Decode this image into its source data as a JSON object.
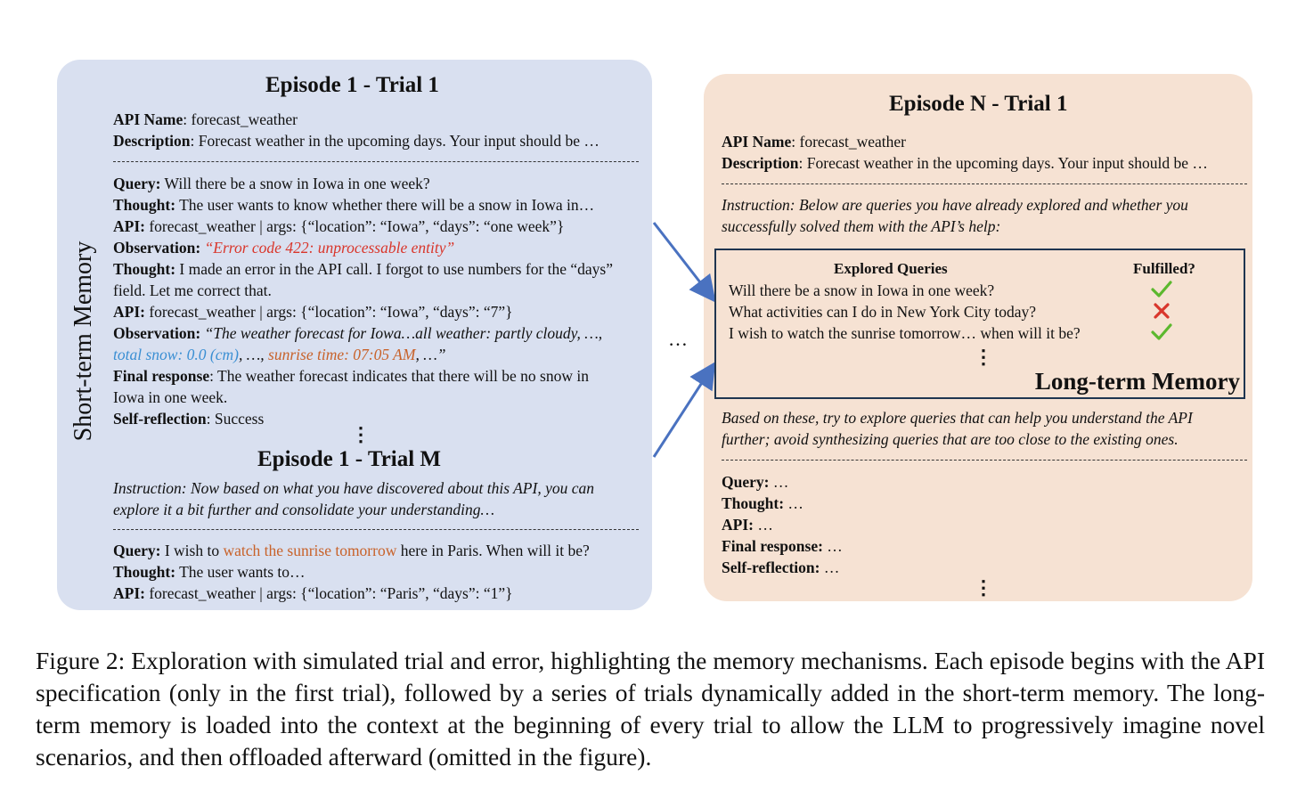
{
  "left": {
    "side_label": "Short-term Memory",
    "heading1": "Episode 1 - Trial 1",
    "api_name_key": "API Name",
    "api_name_val": ": forecast_weather",
    "desc_key": "Description",
    "desc_val": ": Forecast weather in the upcoming days. Your input should be …",
    "query_key": "Query:",
    "query_val": " Will there be a snow in Iowa in one week?",
    "thought1_key": "Thought:",
    "thought1_val": " The user wants to know whether there will be a snow in Iowa in…",
    "api1_key": "API:",
    "api1_val": " forecast_weather | args: {“location”: “Iowa”, “days”: “one week”}",
    "obs1_key": "Observation:",
    "obs1_val": "“Error code 422: unprocessable entity”",
    "thought2_key": "Thought:",
    "thought2_val": " I made an error in the API call. I forgot to use numbers for the “days”",
    "thought2_cont": "field. Let me correct that.",
    "api2_key": "API:",
    "api2_val": " forecast_weather | args: {“location”: “Iowa”, “days”: “7”}",
    "obs2_key": "Observation:",
    "obs2_val": "“The weather forecast for Iowa…all weather: partly cloudy, …,",
    "obs2_blue": "total snow: 0.0 (cm)",
    "obs2_mid": ", …, ",
    "obs2_orange": "sunrise time: 07:05 AM",
    "obs2_end": ", …”",
    "final_key": "Final response",
    "final_val": ": The weather forecast indicates that there will be no snow in",
    "final_cont": "Iowa in one week.",
    "self_key": "Self-reflection",
    "self_val": ": Success",
    "vdots": "⋮",
    "heading2": "Episode 1 - Trial M",
    "instr1": "Instruction: Now based on what you have discovered about this API, you can",
    "instr2": "explore it a bit further and consolidate your understanding…",
    "q2_key": "Query:",
    "q2_pre": " I wish to ",
    "q2_orange": "watch the sunrise tomorrow",
    "q2_post": " here in Paris. When will it be?",
    "t3_key": "Thought:",
    "t3_val": " The user wants to…",
    "api3_key": "API:",
    "api3_val": " forecast_weather | args: {“location”: “Paris”, “days”: “1”}"
  },
  "between_dots": "…",
  "right": {
    "heading": "Episode N - Trial 1",
    "api_name_key": "API Name",
    "api_name_val": ": forecast_weather",
    "desc_key": "Description",
    "desc_val": ": Forecast weather in the upcoming days. Your input should be …",
    "instr1": "Instruction: Below are queries you have already explored and whether you",
    "instr2": "successfully solved them with the API’s help:",
    "table": {
      "col_queries": "Explored Queries",
      "col_fulfilled": "Fulfilled?",
      "rows": [
        {
          "query": "Will there be a snow in Iowa in one week?",
          "fulfilled": "check-icon"
        },
        {
          "query": "What activities can I do in New York City today?",
          "fulfilled": "cross-icon"
        },
        {
          "query": "I wish to watch the sunrise tomorrow… when will it be?",
          "fulfilled": "check-icon"
        }
      ],
      "vdots": "⋮"
    },
    "ltm_label": "Long-term Memory",
    "based1": "Based on these, try to explore queries that can help you understand the API",
    "based2": "further; avoid synthesizing queries that are too close to the existing ones.",
    "query_key": "Query:",
    "query_val": " …",
    "thought_key": "Thought:",
    "thought_val": " …",
    "api_key": "API:",
    "api_val": " …",
    "final_key": "Final response:",
    "final_val": " …",
    "self_key": "Self-reflection:",
    "self_val": " …",
    "vdots": "⋮"
  },
  "colors": {
    "left_bg": "#d9e0f0",
    "right_bg": "#f6e2d3",
    "error_red": "#d9362b",
    "snow_blue": "#3b8fd3",
    "sunrise_orange": "#c8622a",
    "check_green": "#5cb82e",
    "cross_red": "#d9362b",
    "arrow_blue": "#4a72c0"
  },
  "caption": "Figure 2: Exploration with simulated trial and error, highlighting the memory mechanisms. Each episode begins with the API specification (only in the first trial), followed by a series of trials dynamically added in the short-term memory. The long-term memory is loaded into the context at the beginning of every trial to allow the LLM to progressively imagine novel scenarios, and then offloaded afterward (omitted in the figure)."
}
